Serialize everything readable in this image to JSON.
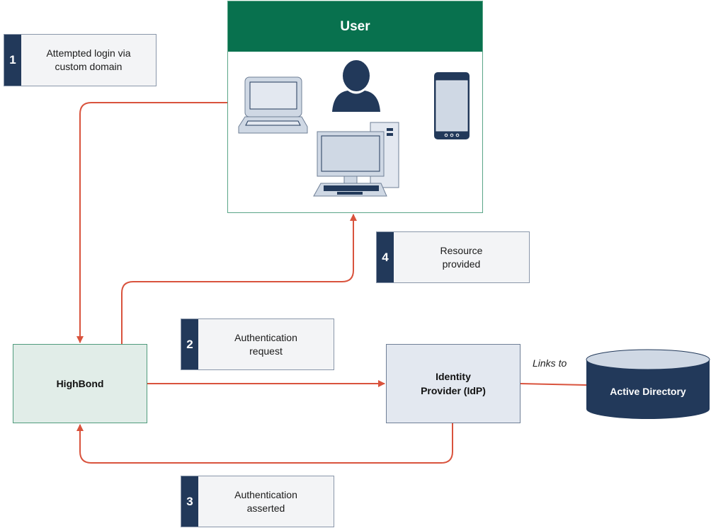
{
  "user_panel": {
    "title": "User",
    "devices": [
      "laptop",
      "person",
      "smartphone",
      "desktop-computer"
    ]
  },
  "steps": [
    {
      "number": "1",
      "label_line1": "Attempted login via",
      "label_line2": "custom domain"
    },
    {
      "number": "2",
      "label_line1": "Authentication",
      "label_line2": "request"
    },
    {
      "number": "3",
      "label_line1": "Authentication",
      "label_line2": "asserted"
    },
    {
      "number": "4",
      "label_line1": "Resource",
      "label_line2": "provided"
    }
  ],
  "nodes": {
    "highbond": "HighBond",
    "idp_line1": "Identity",
    "idp_line2": "Provider (IdP)",
    "active_directory": "Active Directory"
  },
  "edges": {
    "links_to_label": "Links to"
  },
  "colors": {
    "user_header": "#08714e",
    "arrow": "#d9533d",
    "step_badge": "#22395a",
    "database": "#22395a"
  }
}
